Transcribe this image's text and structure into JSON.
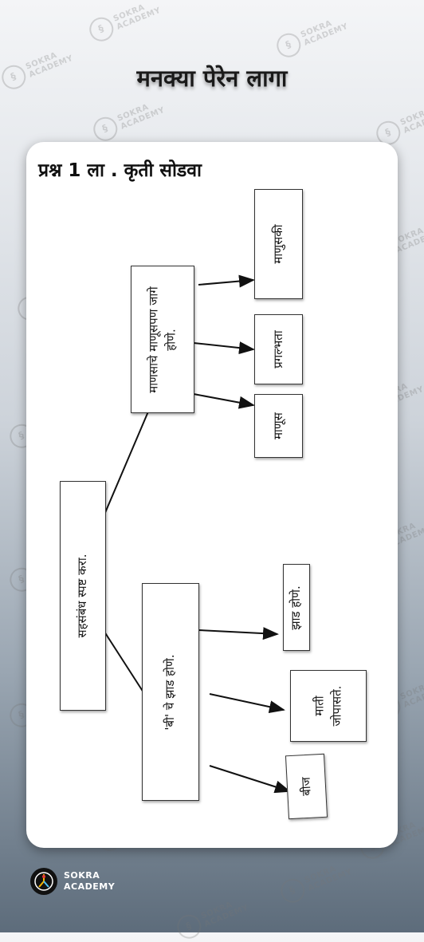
{
  "title": "मनक्या पेरेन लागा",
  "question": "प्रश्न 1 ला . कृती सोडवा",
  "diagram": {
    "root": "सहसंबंध स्पष्ट करा.",
    "branch1": {
      "label": "माणसाचे माणूसपण जागे होणे.",
      "children": [
        "माणुसकी",
        "प्रगल्भता",
        "माणूस"
      ]
    },
    "branch2": {
      "label": "'बी' चे झाड होणे.",
      "children": [
        "झाड होणे.",
        "माती जोपासते.",
        "बीज"
      ]
    }
  },
  "watermark": {
    "line1": "SOKRA",
    "line2": "ACADEMY"
  },
  "brand": {
    "line1": "SOKRA",
    "line2": "ACADEMY"
  }
}
